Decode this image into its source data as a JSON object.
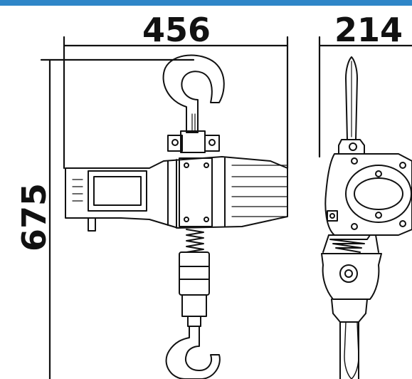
{
  "header_bar": {
    "color": "#2f86c8"
  },
  "dimensions": {
    "width": "456",
    "depth": "214",
    "height": "675"
  },
  "drawings": {
    "front_view": {
      "icon": "electric-chain-hoist-front-view"
    },
    "side_view": {
      "icon": "electric-chain-hoist-side-view"
    }
  }
}
